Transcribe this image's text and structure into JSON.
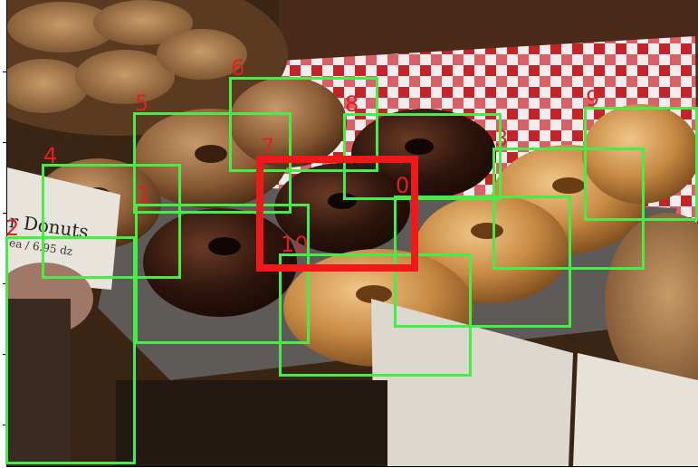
{
  "image": {
    "description_label": "donut display case photo",
    "sign_text": "r Donuts",
    "sign_subtext": "ea / 6.95 dz"
  },
  "annotations": {
    "box_color": "#44ee44",
    "target_color": "#f01818",
    "label_color": "#e02020",
    "boxes": [
      {
        "id": "0"
      },
      {
        "id": "1"
      },
      {
        "id": "2"
      },
      {
        "id": "3"
      },
      {
        "id": "4"
      },
      {
        "id": "5"
      },
      {
        "id": "6"
      },
      {
        "id": "7"
      },
      {
        "id": "8"
      },
      {
        "id": "9"
      },
      {
        "id": "10"
      }
    ],
    "target_id": "7"
  }
}
